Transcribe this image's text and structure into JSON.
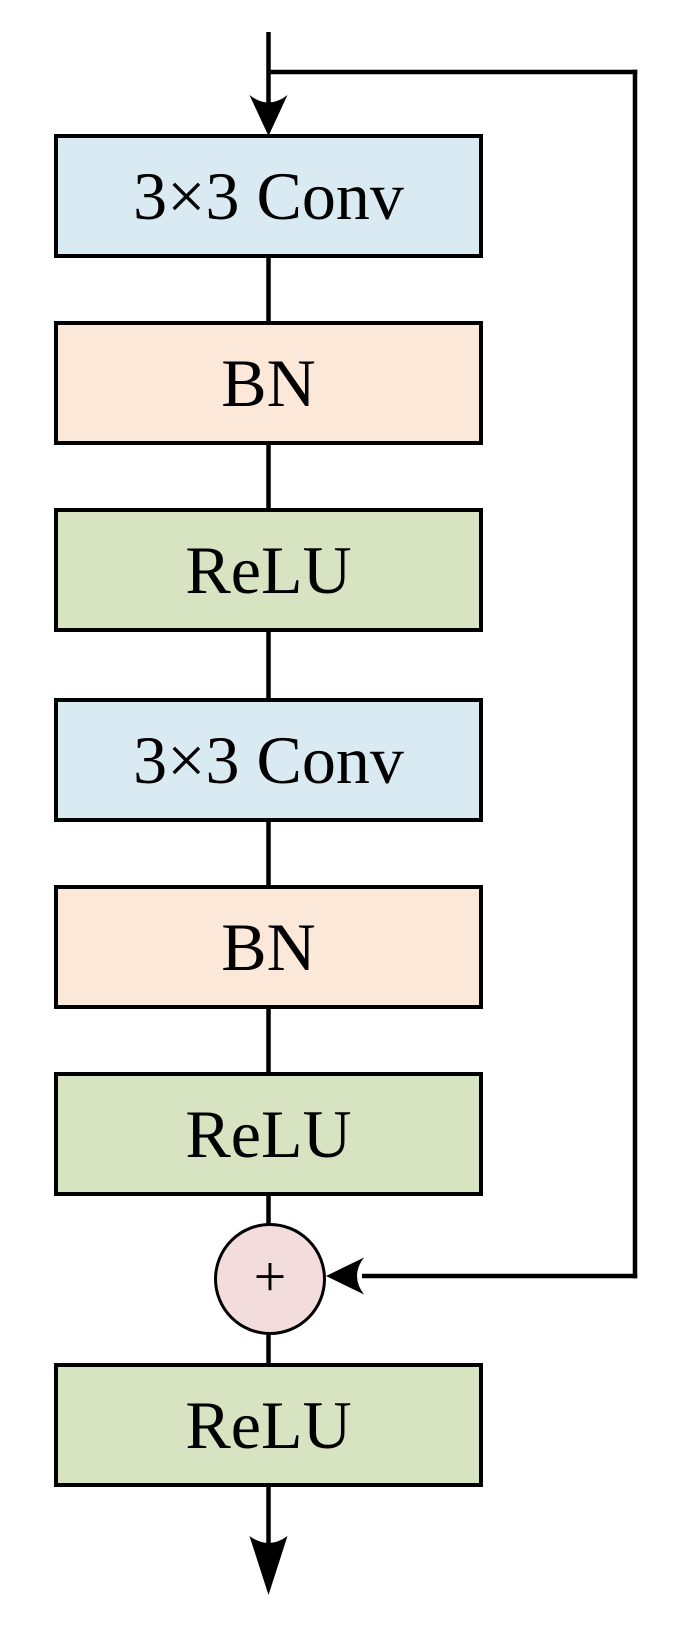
{
  "diagram": {
    "type": "flowchart",
    "description": "Residual block with skip connection",
    "nodes": [
      {
        "id": "conv1",
        "label": "3×3 Conv",
        "kind": "convolution",
        "fill": "#daeaf2"
      },
      {
        "id": "bn1",
        "label": "BN",
        "kind": "batch-normalization",
        "fill": "#fbe8d9"
      },
      {
        "id": "relu1",
        "label": "ReLU",
        "kind": "activation",
        "fill": "#d7e3c1"
      },
      {
        "id": "conv2",
        "label": "3×3 Conv",
        "kind": "convolution",
        "fill": "#daeaf2"
      },
      {
        "id": "bn2",
        "label": "BN",
        "kind": "batch-normalization",
        "fill": "#fbe8d9"
      },
      {
        "id": "relu2",
        "label": "ReLU",
        "kind": "activation",
        "fill": "#d7e3c1"
      },
      {
        "id": "relu3",
        "label": "ReLU",
        "kind": "activation",
        "fill": "#d7e3c1"
      }
    ],
    "merge": {
      "id": "sum",
      "operator": "+",
      "fill": "#f3dcdc"
    },
    "edges": [
      "input -> conv1",
      "conv1 -> bn1",
      "bn1 -> relu1",
      "relu1 -> conv2",
      "conv2 -> bn2",
      "bn2 -> relu2",
      "relu2 -> sum",
      "input -> sum (skip connection)",
      "sum -> relu3",
      "relu3 -> output"
    ],
    "colors": {
      "line": "#000000",
      "conv_fill": "#daeaf2",
      "bn_fill": "#fbe8d9",
      "relu_fill": "#d7e3c1",
      "sum_fill": "#f3dcdc"
    }
  }
}
